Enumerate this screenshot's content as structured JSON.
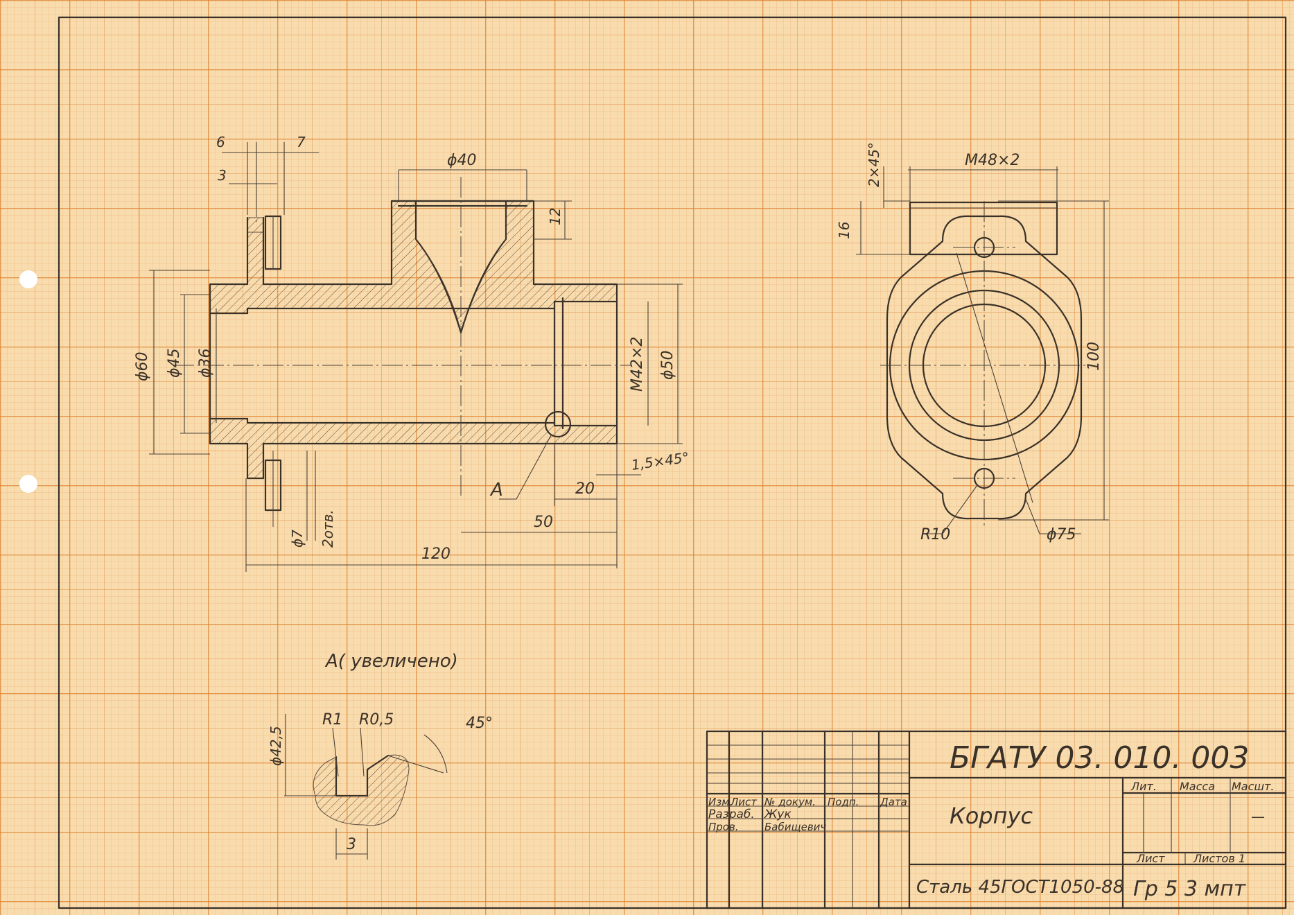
{
  "main_view": {
    "dim_flange_left": "6",
    "dim_flange_right": "7",
    "dim_flange_small": "3",
    "dim_top_bore": "ϕ40",
    "dim_top_depth": "12",
    "dim_d60": "ϕ60",
    "dim_d45": "ϕ45",
    "dim_d36": "ϕ36",
    "dim_thread": "M42×2",
    "dim_d50": "ϕ50",
    "dim_chamfer": "1,5×45°",
    "dim_hole": "ϕ7",
    "dim_hole_count": "2отв.",
    "dim_20": "20",
    "dim_50": "50",
    "dim_120": "120",
    "callout": "A"
  },
  "side_view": {
    "dim_chamfer": "2×45°",
    "dim_thread": "M48×2",
    "dim_16": "16",
    "dim_100": "100",
    "dim_r10": "R10",
    "dim_d75": "ϕ75"
  },
  "detail": {
    "title": "A( увеличено)",
    "dim_r1": "R1",
    "dim_r05": "R0,5",
    "dim_angle": "45°",
    "dim_d425": "ϕ42,5",
    "dim_3": "3"
  },
  "title_block": {
    "designation": "БГАТУ  03. 010. 003",
    "name": "Корпус",
    "material": "Сталь 45ГОСТ1050-88",
    "group": "Гр  5 3 мпт",
    "hdr_izm": "Изм.",
    "hdr_list": "Лист",
    "hdr_doc": "№ докум.",
    "hdr_podp": "Подп.",
    "hdr_data": "Дата",
    "razrab_label": "Разраб.",
    "razrab_name": "Жук",
    "prov_label": "Пров.",
    "prov_name": "Бабищевич",
    "lit": "Лит.",
    "massa": "Масса",
    "masht": "Масшт.",
    "masht_value": "—",
    "sheet_label": "Лист",
    "sheets_label": "Листов 1"
  }
}
